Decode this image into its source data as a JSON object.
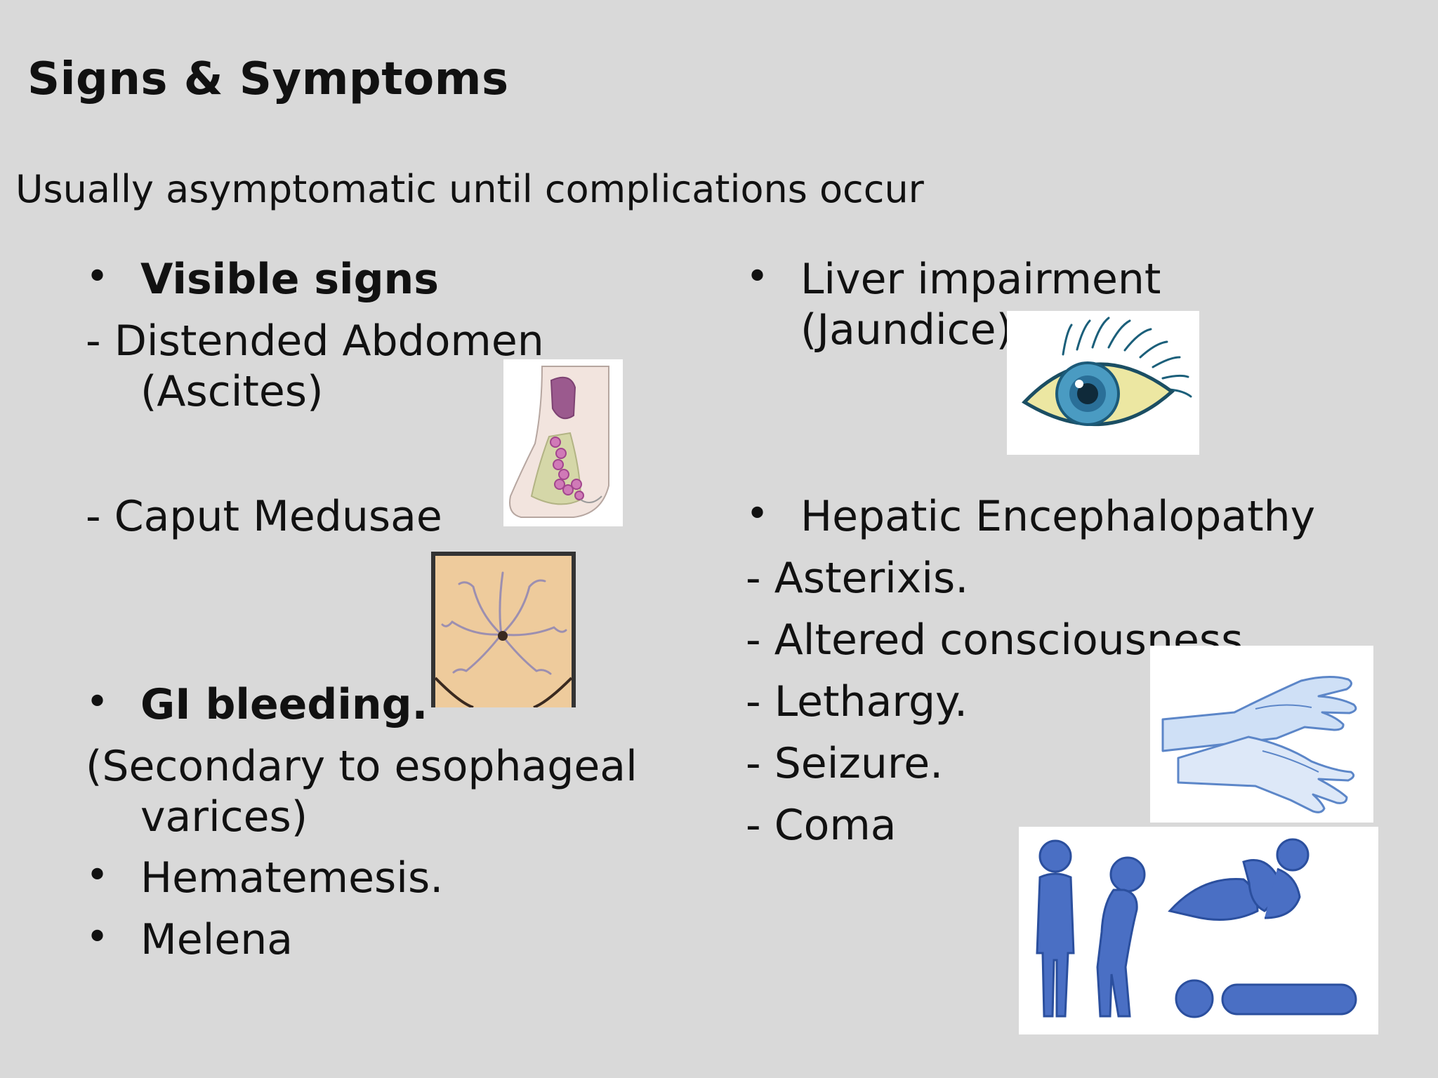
{
  "title": "Signs & Symptoms",
  "intro": "Usually asymptomatic until complications occur",
  "bullet_glyph": "•",
  "left": {
    "visible_signs": "Visible signs",
    "distended_1": "- Distended Abdomen",
    "distended_2": "(Ascites)",
    "caput": "- Caput Medusae",
    "gi_bleeding": "GI bleeding.",
    "secondary_1": "(Secondary to esophageal",
    "secondary_2": "varices)",
    "hematemesis": "Hematemesis.",
    "melena": "Melena"
  },
  "right": {
    "liver_1": "Liver impairment",
    "liver_2": "(Jaundice)",
    "hepatic": "Hepatic Encephalopathy",
    "asterixis": "- Asterixis.",
    "altered": "- Altered consciousness.",
    "lethargy": "- Lethargy.",
    "seizure": "- Seizure.",
    "coma": "- Coma"
  },
  "images": {
    "ascites": "ascites-illustration",
    "caput_medusae": "caput-medusae-illustration",
    "jaundice_eye": "jaundiced-eye-illustration",
    "asterixis_hands": "asterixis-hands-illustration",
    "coma_figures": "consciousness-stages-figures"
  },
  "colors": {
    "background": "#d9d9d9",
    "text": "#111111",
    "figure_blue": "#4a6fc4"
  }
}
